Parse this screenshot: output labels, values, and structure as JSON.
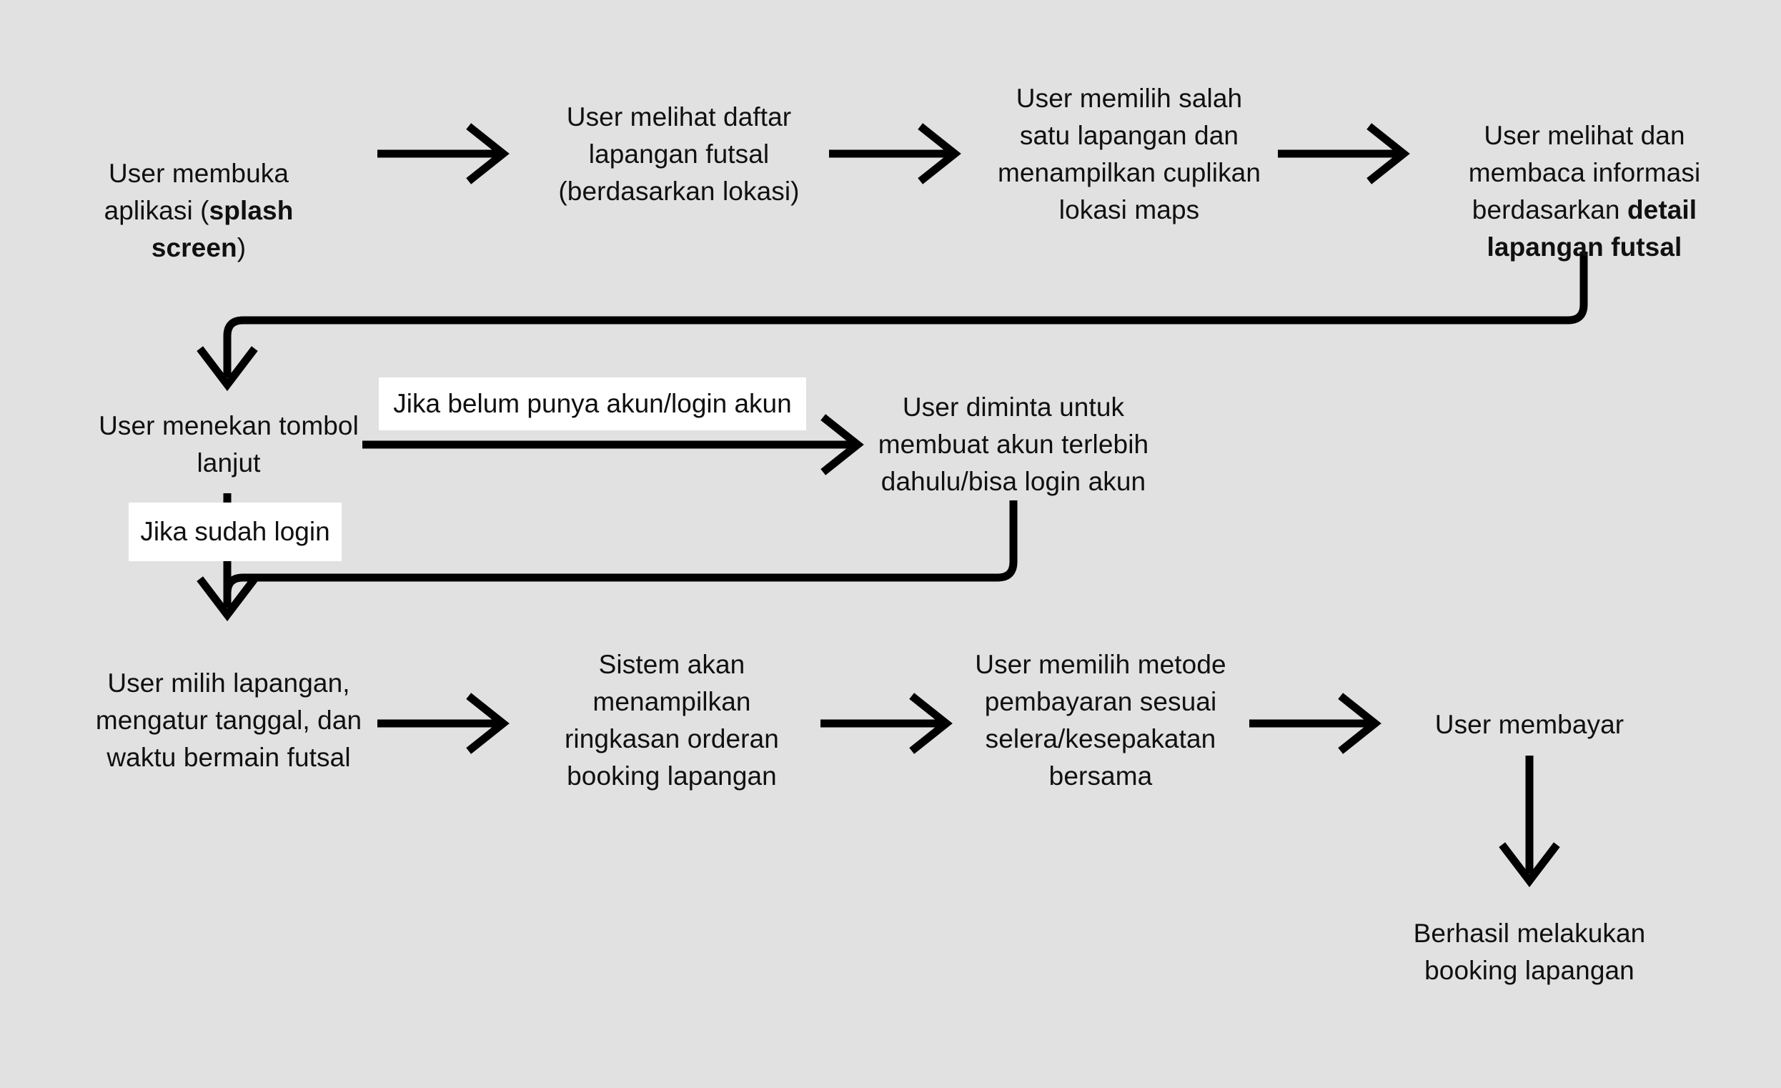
{
  "diagram": {
    "title": "Alur booking lapangan futsal",
    "background_color": "#e1e1e1",
    "line_color": "#000000",
    "label_background": "#ffffff"
  },
  "nodes": {
    "n1": {
      "text": "User membuka\naplikasi (",
      "bold": "splash screen",
      "tail": ")",
      "full": "User membuka aplikasi (splash screen)"
    },
    "n2": {
      "text": "User melihat daftar\nlapangan futsal\n(berdasarkan lokasi)"
    },
    "n3": {
      "text": "User memilih salah\nsatu lapangan dan\nmenampilkan cuplikan\nlokasi maps"
    },
    "n4": {
      "lead": "User melihat dan\nmembaca informasi\nberdasarkan ",
      "bold": "detail\nlapangan futsal",
      "full": "User melihat dan membaca informasi berdasarkan detail lapangan futsal"
    },
    "n5": {
      "text": "User menekan tombol\nlanjut"
    },
    "n6": {
      "text": "User diminta untuk\nmembuat akun terlebih\ndahulu/bisa login akun"
    },
    "n7": {
      "text": "User milih lapangan,\nmengatur tanggal, dan\nwaktu bermain futsal"
    },
    "n8": {
      "text": "Sistem akan\nmenampilkan\nringkasan orderan\nbooking lapangan"
    },
    "n9": {
      "text": "User memilih metode\npembayaran sesuai\nselera/kesepakatan\nbersama"
    },
    "n10": {
      "text": "User membayar"
    },
    "n11": {
      "text": "Berhasil melakukan\nbooking lapangan"
    }
  },
  "edge_labels": {
    "no_account": "Jika belum punya akun/login akun",
    "already_login": "Jika sudah login"
  }
}
